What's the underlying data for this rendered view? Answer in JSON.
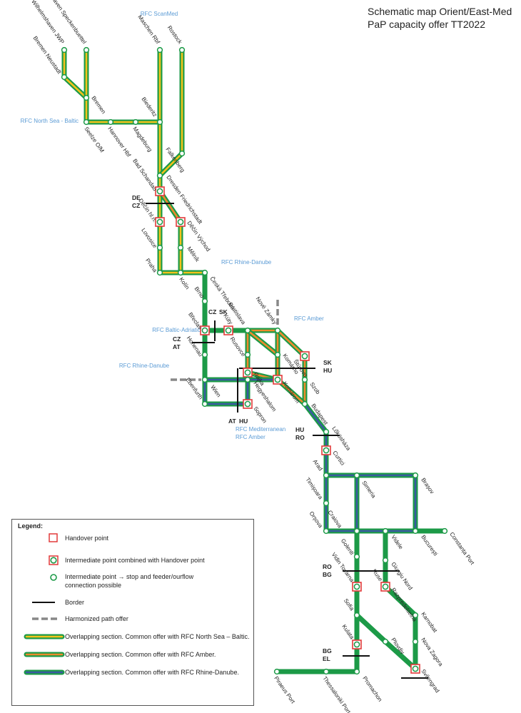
{
  "title": {
    "line1": "Schematic map Orient/East-Med",
    "line2": "PaP capacity offer TT2022"
  },
  "colors": {
    "green": "#1c9a47",
    "yellow": "#f2c21a",
    "orange": "#ec8a2c",
    "blue": "#3a5aa0",
    "red": "#e23a3a",
    "black": "#111111",
    "grey": "#888888",
    "label_blue": "#5b9bd5"
  },
  "stations": [
    {
      "id": "wilhelmshaven",
      "label": "Wilhelmshaven JWP"
    },
    {
      "id": "bremerhaven",
      "label": "Bremerhaven Speckenbuettel"
    },
    {
      "id": "bremen_neustadt",
      "label": "Bremen Neustadt"
    },
    {
      "id": "bremen",
      "label": "Bremen"
    },
    {
      "id": "seelze",
      "label": "Seelze O/M"
    },
    {
      "id": "hannover",
      "label": "Hannover Hbf"
    },
    {
      "id": "magdeburg",
      "label": "Magdeburg"
    },
    {
      "id": "biederitz",
      "label": "Biederitz"
    },
    {
      "id": "maschen",
      "label": "Maschen Rbf"
    },
    {
      "id": "rostock",
      "label": "Rostock"
    },
    {
      "id": "falkenberg",
      "label": "Falkenberg"
    },
    {
      "id": "dresden",
      "label": "Dresden Friedrichstadt"
    },
    {
      "id": "bad_schandau",
      "label": "Bad Schandau"
    },
    {
      "id": "decin_hln",
      "label": "Děčín hl.n."
    },
    {
      "id": "decin_vychod",
      "label": "Děčín Východ"
    },
    {
      "id": "lovosice",
      "label": "Lovosice"
    },
    {
      "id": "melnik",
      "label": "Mělník"
    },
    {
      "id": "praha",
      "label": "Praha"
    },
    {
      "id": "kolin",
      "label": "Kolín"
    },
    {
      "id": "ceska_trebova",
      "label": "Česká Třebová"
    },
    {
      "id": "brno",
      "label": "Brno"
    },
    {
      "id": "breclav",
      "label": "Břeclav"
    },
    {
      "id": "kuty",
      "label": "Kúty"
    },
    {
      "id": "bratislava",
      "label": "Bratislava"
    },
    {
      "id": "nove_zamky",
      "label": "Nové Zámky"
    },
    {
      "id": "hohenau",
      "label": "Hohenau"
    },
    {
      "id": "rusovce",
      "label": "Rusovce"
    },
    {
      "id": "komarno",
      "label": "Komárno"
    },
    {
      "id": "sturovo",
      "label": "Štúrovo"
    },
    {
      "id": "szob",
      "label": "Szob"
    },
    {
      "id": "rajka",
      "label": "Rajka"
    },
    {
      "id": "hegyeshalom",
      "label": "Hegyeshalom"
    },
    {
      "id": "komarom",
      "label": "Komárom"
    },
    {
      "id": "wien",
      "label": "Wien"
    },
    {
      "id": "ebenfurth",
      "label": "Ebenfurth"
    },
    {
      "id": "sopron",
      "label": "Sopron"
    },
    {
      "id": "budapest",
      "label": "Budapest"
    },
    {
      "id": "lokoshaza",
      "label": "Lőkösháza"
    },
    {
      "id": "curtici",
      "label": "Curtici"
    },
    {
      "id": "arad",
      "label": "Arad"
    },
    {
      "id": "simeria",
      "label": "Simeria"
    },
    {
      "id": "brasov",
      "label": "Brașov"
    },
    {
      "id": "timisoara",
      "label": "Timișoara"
    },
    {
      "id": "craiova",
      "label": "Craiova"
    },
    {
      "id": "orsova",
      "label": "Orșova"
    },
    {
      "id": "bucuresti",
      "label": "București"
    },
    {
      "id": "constanta",
      "label": "Constanța Port"
    },
    {
      "id": "golenti",
      "label": "Golenti"
    },
    {
      "id": "videle",
      "label": "Videle"
    },
    {
      "id": "giurgiu",
      "label": "Giurgiu Nord"
    },
    {
      "id": "ruse",
      "label": "Ruse"
    },
    {
      "id": "vidin",
      "label": "Vidin Tovarna"
    },
    {
      "id": "razpredelitelna",
      "label": "Razpredelitelna"
    },
    {
      "id": "sofia",
      "label": "Sofia"
    },
    {
      "id": "karnobat",
      "label": "Karnobat"
    },
    {
      "id": "plovdiv",
      "label": "Plovdiv"
    },
    {
      "id": "nova_zagora",
      "label": "Nova Zagora"
    },
    {
      "id": "kulata",
      "label": "Kulata"
    },
    {
      "id": "svilengrad",
      "label": "Svilengrad"
    },
    {
      "id": "promachon",
      "label": "Promachon"
    },
    {
      "id": "thessaloniki",
      "label": "Thessaloniki Port"
    },
    {
      "id": "piraeus",
      "label": "Piraeus Port"
    }
  ],
  "rfc_labels": [
    {
      "id": "scanmed",
      "label": "RFC ScanMed"
    },
    {
      "id": "north_sea_baltic",
      "label": "RFC North Sea - Baltic"
    },
    {
      "id": "rhine_danube_1",
      "label": "RFC Rhine-Danube"
    },
    {
      "id": "amber",
      "label": "RFC Amber"
    },
    {
      "id": "baltic_adriatic",
      "label": "RFC Baltic-Adriatic"
    },
    {
      "id": "rhine_danube_2",
      "label": "RFC Rhine-Danube"
    },
    {
      "id": "mediterranean",
      "label": "RFC Mediterranean"
    },
    {
      "id": "amber_2",
      "label": "RFC Amber"
    }
  ],
  "borders": [
    {
      "id": "de_cz",
      "line1": "DE",
      "line2": "CZ"
    },
    {
      "id": "cz_sk",
      "line1": "CZ",
      "line2": "SK"
    },
    {
      "id": "cz_at",
      "line1": "CZ",
      "line2": "AT"
    },
    {
      "id": "sk_hu",
      "line1": "SK",
      "line2": "HU"
    },
    {
      "id": "at_hu",
      "line1": "AT",
      "line2": "HU"
    },
    {
      "id": "hu_ro",
      "line1": "HU",
      "line2": "RO"
    },
    {
      "id": "ro_bg",
      "line1": "RO",
      "line2": "BG"
    },
    {
      "id": "bg_el",
      "line1": "BG",
      "line2": "EL"
    }
  ],
  "legend": {
    "title": "Legend:",
    "handover": "Handover point",
    "intermediate_handover": "Intermediate point combined with Handover point",
    "intermediate_line1": "Intermediate point → stop and feeder/ourflow",
    "intermediate_line2": "connection possible",
    "border": "Border",
    "harmonized": "Harmonized path offer",
    "overlap_nsb": "Overlapping section. Common offer with RFC North Sea – Baltic.",
    "overlap_amber": "Overlapping section. Common offer with RFC Amber.",
    "overlap_rd": "Overlapping section. Common offer with RFC Rhine-Danube."
  }
}
